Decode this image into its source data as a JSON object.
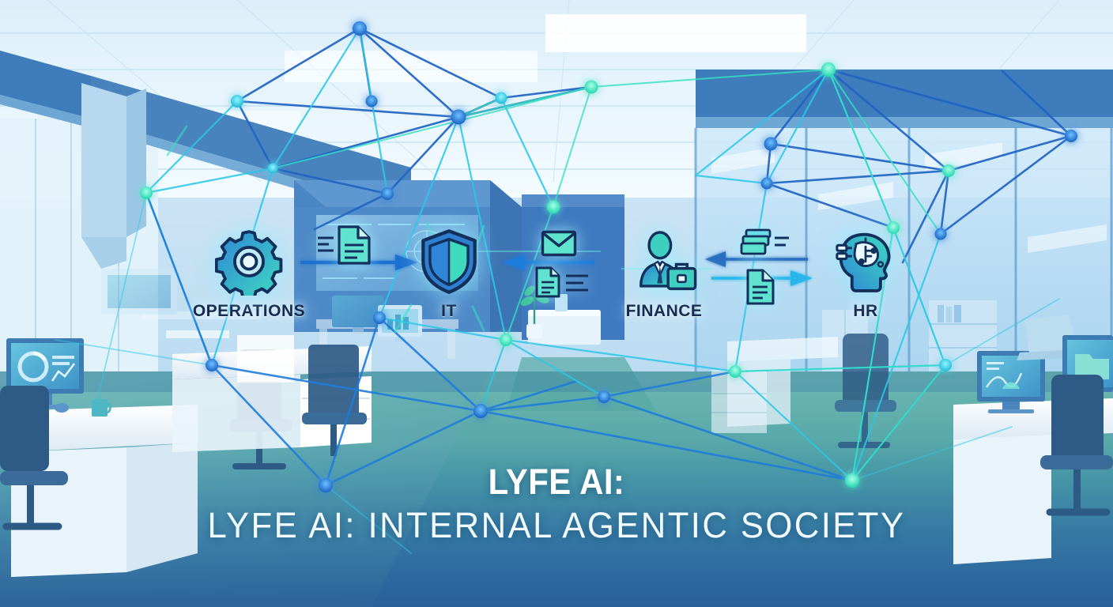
{
  "scene": {
    "setting": "modern open-plan office interior, illustrated flat style",
    "palette": {
      "ceiling": "#e8f4fb",
      "wall_light": "#cfe7f7",
      "wall_mid": "#9cc7e8",
      "wall_deep": "#3d7ec0",
      "beam": "#3f7cbb",
      "floor_teal": "#4fa79b",
      "floor_blue": "#2f6fa8",
      "bottom_fade": "#2d6aa6",
      "accent_blue": "#1f7ddb",
      "accent_cyan": "#2bc7e8",
      "accent_teal": "#35e0c0",
      "node_navy": "#1a5fb4",
      "icon_outline": "#13305c"
    }
  },
  "departments": [
    {
      "id": "operations",
      "label": "OPERATIONS",
      "icon": "gear-icon"
    },
    {
      "id": "it",
      "label": "IT",
      "icon": "shield-icon"
    },
    {
      "id": "finance",
      "label": "FINANCE",
      "icon": "businessman-briefcase-icon"
    },
    {
      "id": "hr",
      "label": "HR",
      "icon": "ai-head-profile-icon"
    }
  ],
  "flow_icons": [
    {
      "name": "document-icon",
      "between": "operations-to-it"
    },
    {
      "name": "envelope-icon",
      "between": "it-to-finance"
    },
    {
      "name": "document-lines-icon",
      "between": "it-to-finance"
    },
    {
      "name": "database-stack-icon",
      "between": "finance-to-hr"
    },
    {
      "name": "document-icon",
      "between": "finance-to-hr"
    }
  ],
  "flow_arrows": [
    {
      "name": "arrow-operations-to-it",
      "direction": "right"
    },
    {
      "name": "arrow-it-from-finance",
      "direction": "left"
    },
    {
      "name": "arrow-hr-to-finance",
      "direction": "left"
    },
    {
      "name": "arrow-finance-to-hr",
      "direction": "right"
    }
  ],
  "title": {
    "line1": "LYFE AI:",
    "line2": "LYFE AI: INTERNAL AGENTIC SOCIETY"
  }
}
